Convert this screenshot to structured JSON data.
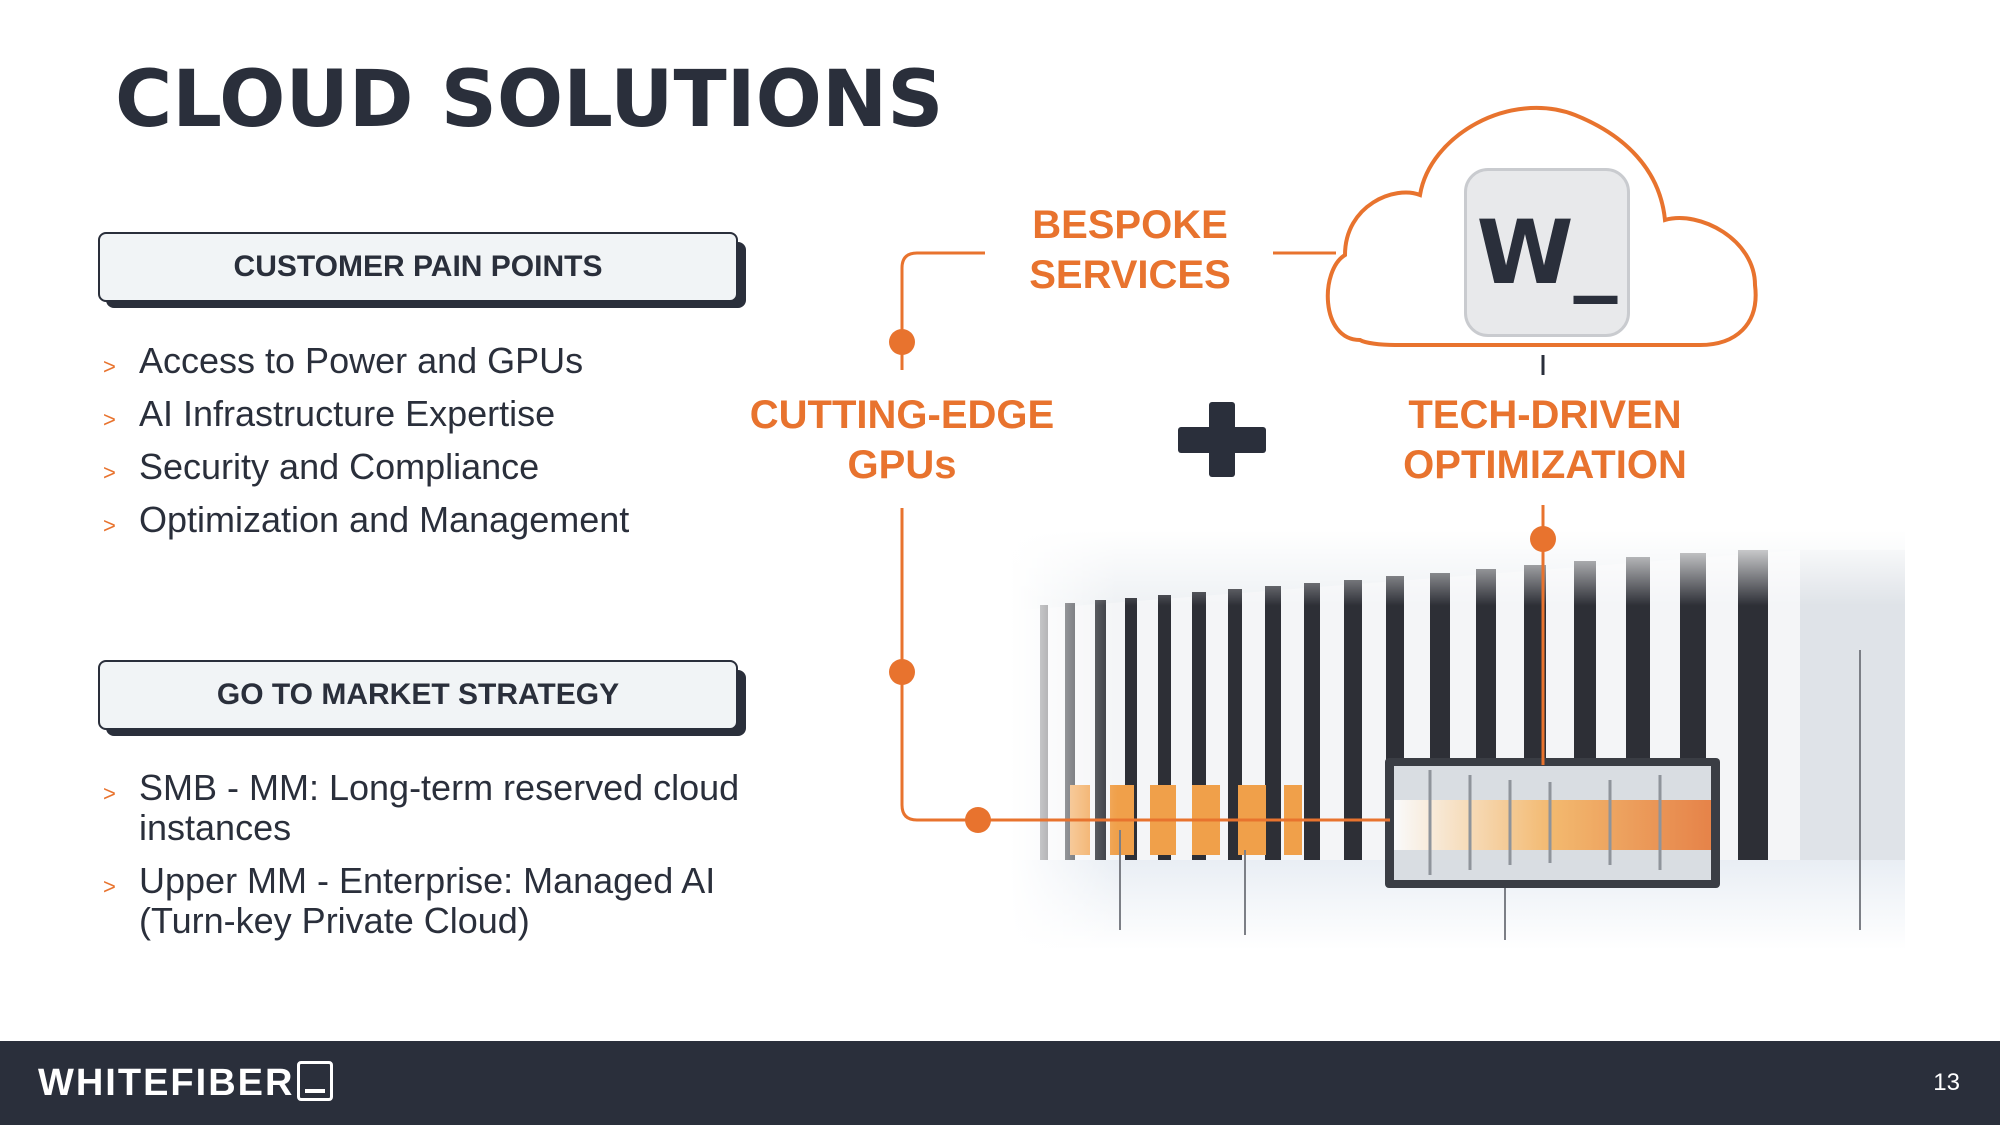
{
  "title": "CLOUD SOLUTIONS",
  "pain_points": {
    "heading": "CUSTOMER PAIN POINTS",
    "items": [
      "Access to Power and GPUs",
      "AI Infrastructure Expertise",
      "Security and Compliance",
      "Optimization and Management"
    ]
  },
  "go_to_market": {
    "heading": "GO TO MARKET STRATEGY",
    "items": [
      "SMB - MM: Long-term reserved cloud instances",
      "Upper MM - Enterprise: Managed AI (Turn-key Private Cloud)"
    ]
  },
  "diagram": {
    "bespoke_line1": "BESPOKE",
    "bespoke_line2": "SERVICES",
    "gpus_line1": "CUTTING-EDGE",
    "gpus_line2": "GPUs",
    "tech_line1": "TECH-DRIVEN",
    "tech_line2": "OPTIMIZATION",
    "logo_text": "W_"
  },
  "footer": {
    "brand": "WHITEFIBER",
    "page_number": "13"
  },
  "colors": {
    "accent": "#e8732e",
    "dark": "#2a2f3b",
    "box_fill": "#f1f4f6"
  }
}
